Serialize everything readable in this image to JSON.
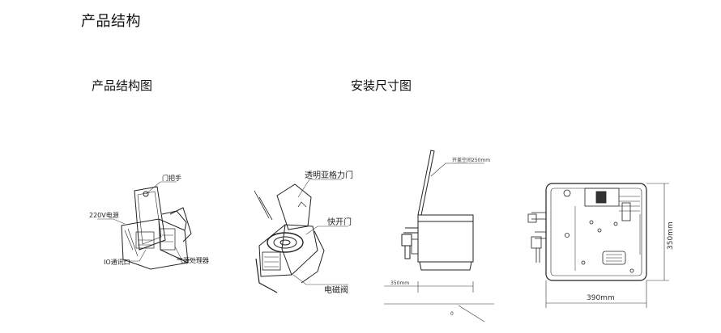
{
  "page": {
    "section_title": "产品结构",
    "structure_heading": "产品结构图",
    "install_heading": "安装尺寸图",
    "next_heading_partial": "..."
  },
  "labels": {
    "door_handle": "门把手",
    "power_220v": "220V电源",
    "io_port": "IO通讯口",
    "air_processor": "气源处理器",
    "acrylic_door": "透明亚格力门",
    "quick_door": "快开门",
    "solenoid_valve": "电磁阀",
    "open_space": "开盖空间250mm",
    "dim_350_h": "350mm",
    "dim_0": "0",
    "dim_390": "390mm",
    "dim_350_v": "350mm"
  }
}
